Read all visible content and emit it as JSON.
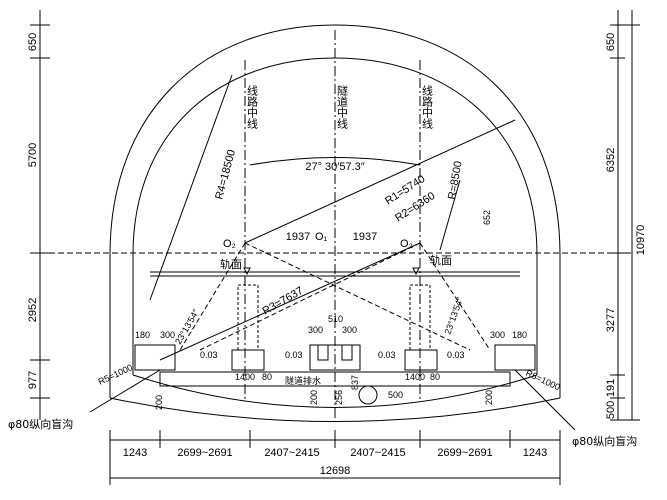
{
  "left_vertical_dims": [
    "650",
    "5700",
    "2952",
    "977"
  ],
  "right_vertical_dims": [
    "650",
    "6352",
    "3277",
    "191",
    "500"
  ],
  "right_total": "10970",
  "bottom_dims": [
    "1243",
    "2699~2691",
    "2407~2415",
    "2407~2415",
    "2699~2691",
    "1243"
  ],
  "bottom_total": "12698",
  "line_center_left": "线路中线",
  "tunnel_center": "隧道中线",
  "line_center_right": "线路中线",
  "angle": "27° 30′57.3″",
  "radii": {
    "r1": "R1=5740",
    "r2": "R2=6360",
    "r3": "R3=7637",
    "r4": "R4=18500",
    "r5_left": "R5=1000",
    "r5_right": "R5=1000",
    "r_right_top": "R=8500"
  },
  "centers": {
    "o2_left": "O₂",
    "o1": "O₁",
    "o2_right": "O₂"
  },
  "center_dims": {
    "left": "1937",
    "right": "1937",
    "v652": "652"
  },
  "rail_left": "轨面",
  "rail_right": "轨面",
  "angle_left": "23°13′54″",
  "angle_right": "23°13′54″",
  "drain_left": "φ80纵向盲沟",
  "drain_right": "φ80纵向盲沟",
  "small_dims": {
    "d180_l": "180",
    "d300_l": "300",
    "d300_c1": "300",
    "d510": "510",
    "d300_c2": "300",
    "d300_r": "300",
    "d180_r": "180",
    "s003_a": "0.03",
    "s003_b": "0.03",
    "s003_c": "0.03",
    "s003_d": "0.03",
    "d1400_l": "1400",
    "d80_l": "80",
    "d1400_r": "1400",
    "d80_r": "80",
    "d200_l": "200",
    "d200_c": "200",
    "d256": "256",
    "d837": "837",
    "d500": "500",
    "d200_r": "200",
    "pipe_note": "隧道排水"
  }
}
